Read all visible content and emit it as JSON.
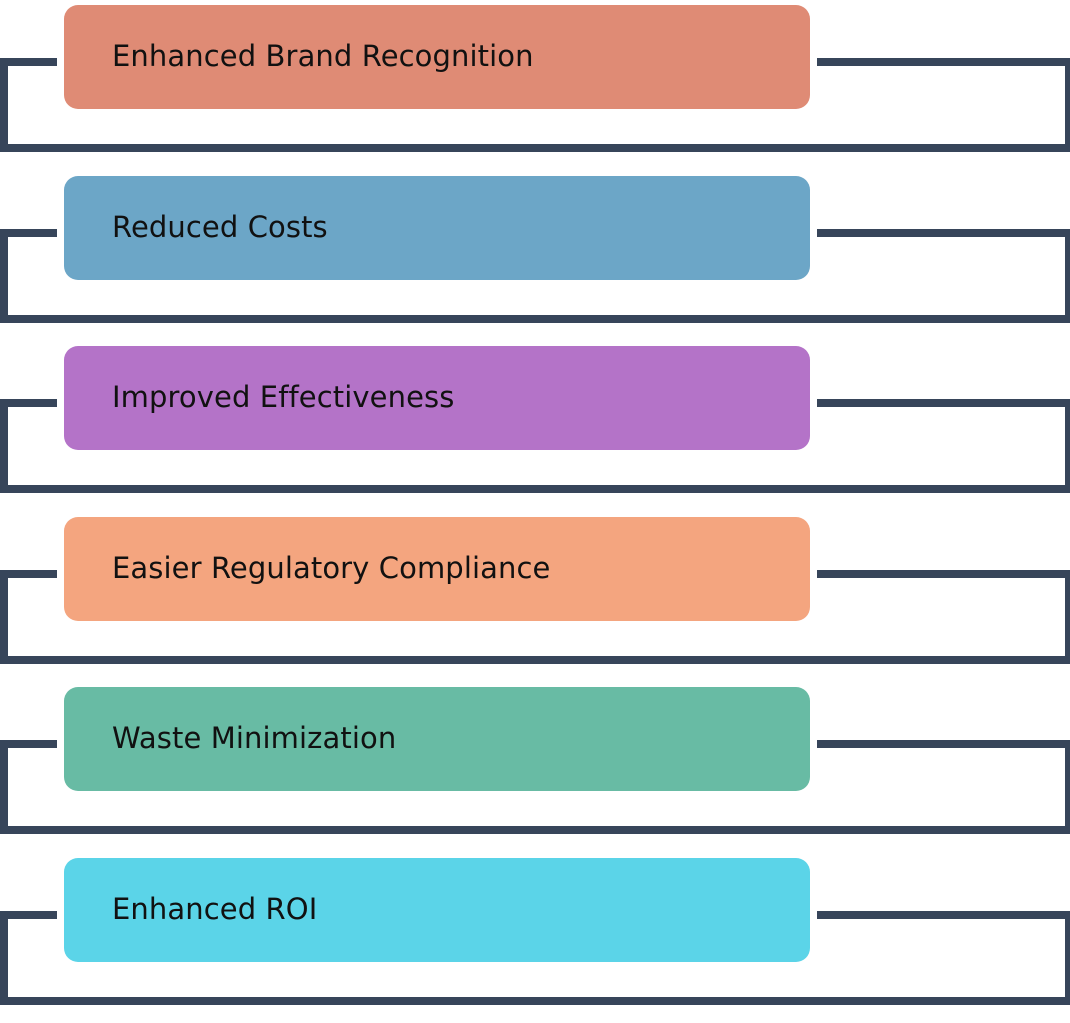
{
  "diagram": {
    "type": "bracketed-list",
    "background_color": "#ffffff",
    "bracket_color": "#37455a",
    "text_color": "#111111",
    "item_count": 6,
    "items": [
      {
        "label": "Enhanced Brand Recognition",
        "color": "#df8b75"
      },
      {
        "label": "Reduced Costs",
        "color": "#6ca6c7"
      },
      {
        "label": "Improved Effectiveness",
        "color": "#b473c8"
      },
      {
        "label": "Easier Regulatory Compliance",
        "color": "#f4a57f"
      },
      {
        "label": "Waste Minimization",
        "color": "#68bba4"
      },
      {
        "label": "Enhanced ROI",
        "color": "#5bd4e8"
      }
    ]
  }
}
